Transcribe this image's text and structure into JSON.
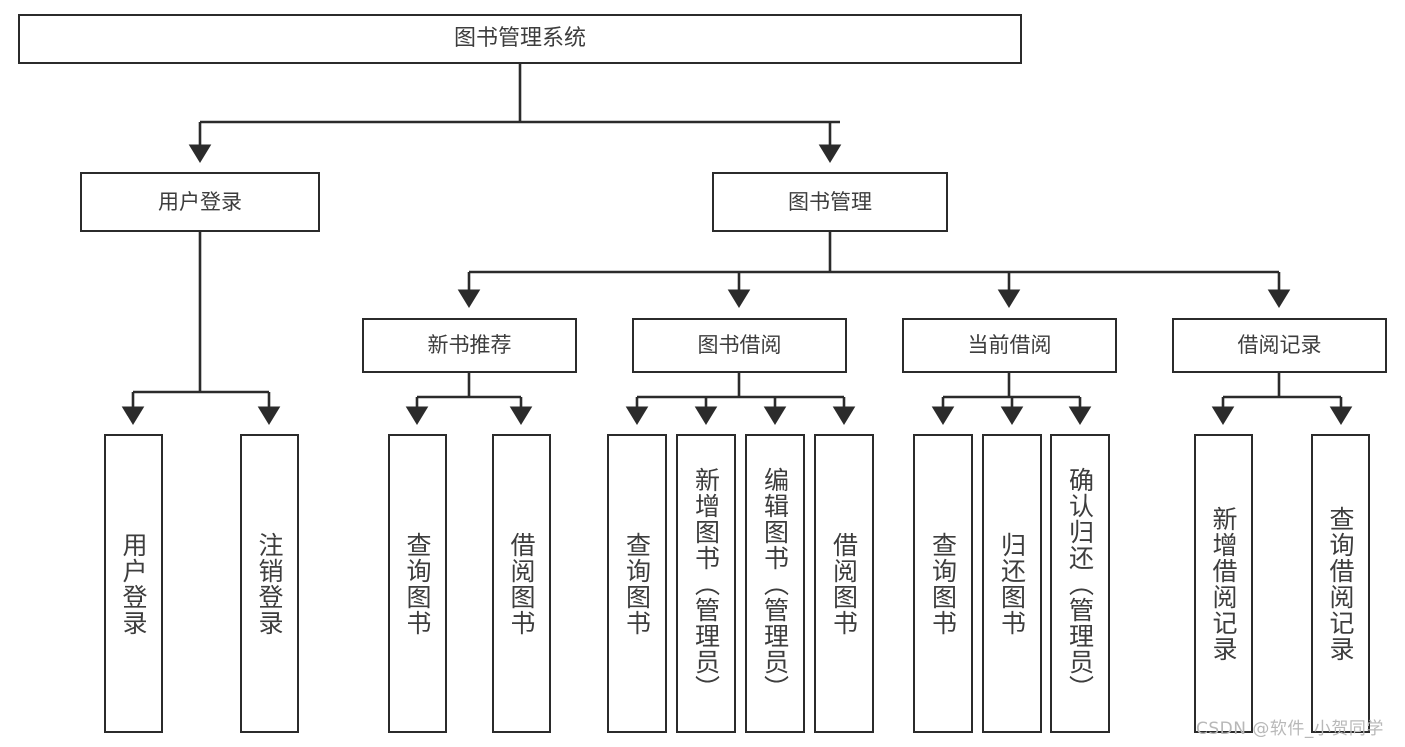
{
  "diagram": {
    "title": "图书管理系统",
    "type": "tree-hierarchy-diagram",
    "colors": {
      "box_border": "#2b2b2b",
      "box_fill": "#ffffff",
      "text": "#3d3d3d",
      "edge": "#2b2b2b",
      "background": "#ffffff",
      "watermark": "#b8b8b8"
    },
    "watermark": "CSDN @软件_小贺同学"
  },
  "nodes": {
    "root": {
      "label": "图书管理系统"
    },
    "level2": [
      {
        "label": "用户登录"
      },
      {
        "label": "图书管理"
      }
    ],
    "level3": [
      {
        "label": "新书推荐"
      },
      {
        "label": "图书借阅"
      },
      {
        "label": "当前借阅"
      },
      {
        "label": "借阅记录"
      }
    ],
    "leaves": {
      "user_login": [
        {
          "label": "用户登录"
        },
        {
          "label": "注销登录"
        }
      ],
      "new_book": [
        {
          "label": "查询图书"
        },
        {
          "label": "借阅图书"
        }
      ],
      "book_borrow": [
        {
          "label": "查询图书"
        },
        {
          "label": "新增图书（管理员）"
        },
        {
          "label": "编辑图书（管理员）"
        },
        {
          "label": "借阅图书"
        }
      ],
      "current_borrow": [
        {
          "label": "查询图书"
        },
        {
          "label": "归还图书"
        },
        {
          "label": "确认归还（管理员）"
        }
      ],
      "borrow_record": [
        {
          "label": "新增借阅记录"
        },
        {
          "label": "查询借阅记录"
        }
      ]
    }
  }
}
